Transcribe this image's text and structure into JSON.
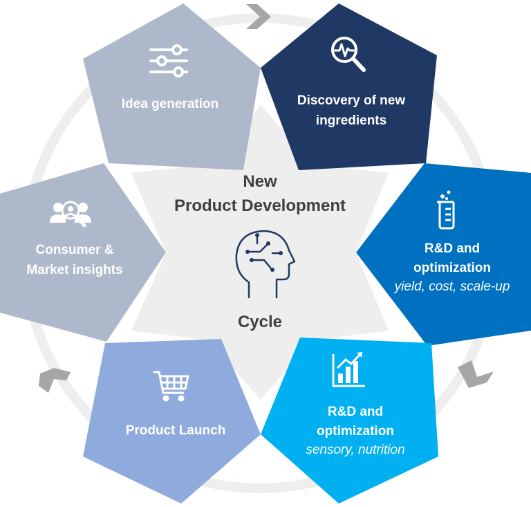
{
  "center": {
    "line1": "New",
    "line2": "Product Development",
    "line3": "Cycle"
  },
  "stages": [
    {
      "id": "idea",
      "lines": [
        "Idea generation"
      ],
      "subtitle": "",
      "color": "#adb9ca",
      "icon": "sliders-icon"
    },
    {
      "id": "discovery",
      "lines": [
        "Discovery of new",
        "ingredients"
      ],
      "subtitle": "",
      "color": "#203864",
      "icon": "magnifier-pulse-icon"
    },
    {
      "id": "rd-yield",
      "lines": [
        "R&D and",
        "optimization"
      ],
      "subtitle": "yield, cost, scale-up",
      "color": "#0070c0",
      "icon": "beaker-icon"
    },
    {
      "id": "rd-sensory",
      "lines": [
        "R&D and",
        "optimization"
      ],
      "subtitle": "sensory, nutrition",
      "color": "#00b0f0",
      "icon": "growth-chart-icon"
    },
    {
      "id": "launch",
      "lines": [
        "Product Launch"
      ],
      "subtitle": "",
      "color": "#8faadc",
      "icon": "shopping-cart-icon"
    },
    {
      "id": "consumer",
      "lines": [
        "Consumer &",
        "Market insights"
      ],
      "subtitle": "",
      "color": "#adb9ca",
      "icon": "people-search-icon"
    }
  ],
  "colors": {
    "ring": "#eeeeee",
    "star": "#eeeeee",
    "arrow": "#a6a6a6",
    "center_icon": "#203864",
    "center_text": "#404040"
  }
}
